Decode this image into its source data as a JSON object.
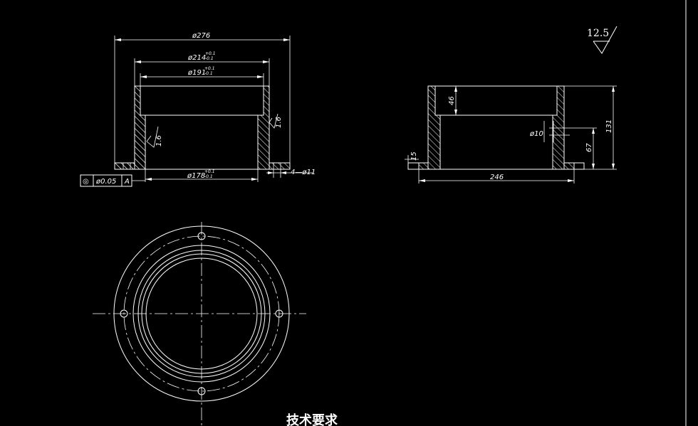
{
  "front_view": {
    "dim_outer": "ø276",
    "dim_bore1": "ø214",
    "dim_bore1_tol_upper": "+0.1",
    "dim_bore1_tol_lower": "-0.1",
    "dim_bore2": "ø191",
    "dim_bore2_tol_upper": "+0.1",
    "dim_bore2_tol_lower": "-0.1",
    "dim_base": "ø178",
    "dim_base_tol_upper": "+0.1",
    "dim_base_tol_lower": "-0.1",
    "dim_holes": "4—ø11",
    "roughness_left": "1.6",
    "roughness_right": "1.6",
    "tolerance_symbol": "◎",
    "tolerance_value": "ø0.05",
    "tolerance_datum": "A"
  },
  "side_view": {
    "dim_depth": "46",
    "dim_total_height": "131",
    "dim_hole_height": "67",
    "dim_hole": "ø10",
    "dim_flange": "15",
    "dim_width": "246"
  },
  "roughness_general": "12.5",
  "tech_requirements_title": "技术要求"
}
